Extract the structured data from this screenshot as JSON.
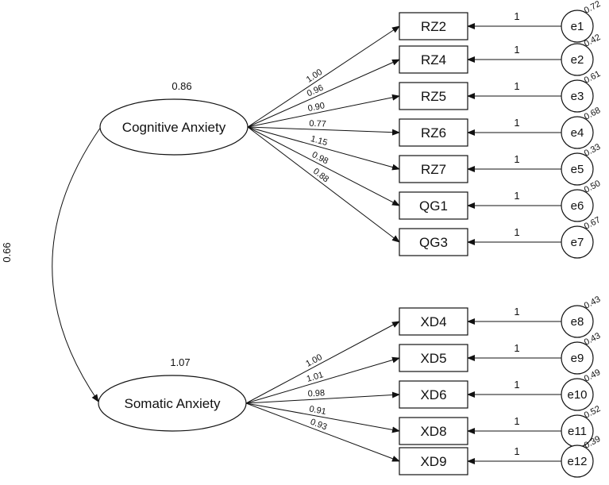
{
  "factors": [
    {
      "id": "cog",
      "label": "Cognitive Anxiety",
      "variance": "0.86"
    },
    {
      "id": "som",
      "label": "Somatic Anxiety",
      "variance": "1.07"
    }
  ],
  "covariance": "0.66",
  "indicators": [
    {
      "label": "RZ2",
      "factor": "cog",
      "loading": "1.00",
      "error": "e1",
      "error_variance": "0.72",
      "path": "1"
    },
    {
      "label": "RZ4",
      "factor": "cog",
      "loading": "0.96",
      "error": "e2",
      "error_variance": "0.42",
      "path": "1"
    },
    {
      "label": "RZ5",
      "factor": "cog",
      "loading": "0.90",
      "error": "e3",
      "error_variance": "0.61",
      "path": "1"
    },
    {
      "label": "RZ6",
      "factor": "cog",
      "loading": "0.77",
      "error": "e4",
      "error_variance": "0.68",
      "path": "1"
    },
    {
      "label": "RZ7",
      "factor": "cog",
      "loading": "1.15",
      "error": "e5",
      "error_variance": "0.33",
      "path": "1"
    },
    {
      "label": "QG1",
      "factor": "cog",
      "loading": "0.98",
      "error": "e6",
      "error_variance": "0.50",
      "path": "1"
    },
    {
      "label": "QG3",
      "factor": "cog",
      "loading": "0.88",
      "error": "e7",
      "error_variance": "0.67",
      "path": "1"
    },
    {
      "label": "XD4",
      "factor": "som",
      "loading": "1.00",
      "error": "e8",
      "error_variance": "0.43",
      "path": "1"
    },
    {
      "label": "XD5",
      "factor": "som",
      "loading": "1.01",
      "error": "e9",
      "error_variance": "0.43",
      "path": "1"
    },
    {
      "label": "XD6",
      "factor": "som",
      "loading": "0.98",
      "error": "e10",
      "error_variance": "0.49",
      "path": "1"
    },
    {
      "label": "XD8",
      "factor": "som",
      "loading": "0.91",
      "error": "e11",
      "error_variance": "0.52",
      "path": "1"
    },
    {
      "label": "XD9",
      "factor": "som",
      "loading": "0.93",
      "error": "e12",
      "error_variance": "0.39",
      "path": "1"
    }
  ]
}
